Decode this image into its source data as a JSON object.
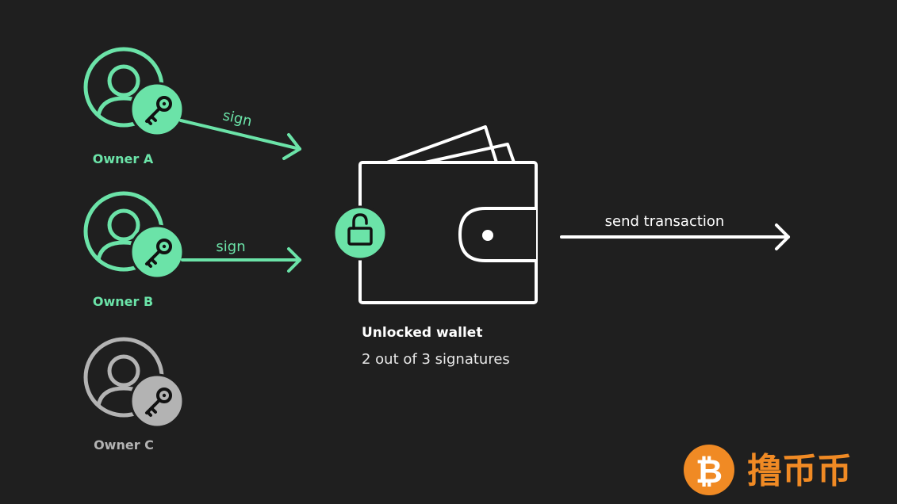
{
  "colors": {
    "background": "#1f1f1f",
    "active": "#6be3a8",
    "inactive": "#b3b3b3",
    "white": "#ffffff",
    "logo": "#f08a24"
  },
  "owners": [
    {
      "label": "Owner A",
      "state": "active",
      "icon": "user-key-icon"
    },
    {
      "label": "Owner B",
      "state": "active",
      "icon": "user-key-icon"
    },
    {
      "label": "Owner C",
      "state": "inactive",
      "icon": "user-key-icon"
    }
  ],
  "arrows": {
    "sign_a": "sign",
    "sign_b": "sign",
    "send": "send transaction"
  },
  "wallet": {
    "title": "Unlocked wallet",
    "subtitle": "2 out of 3 signatures",
    "lock_icon": "unlocked-padlock-icon"
  },
  "logo": {
    "icon": "bitcoin-icon",
    "text": "撸币币"
  }
}
